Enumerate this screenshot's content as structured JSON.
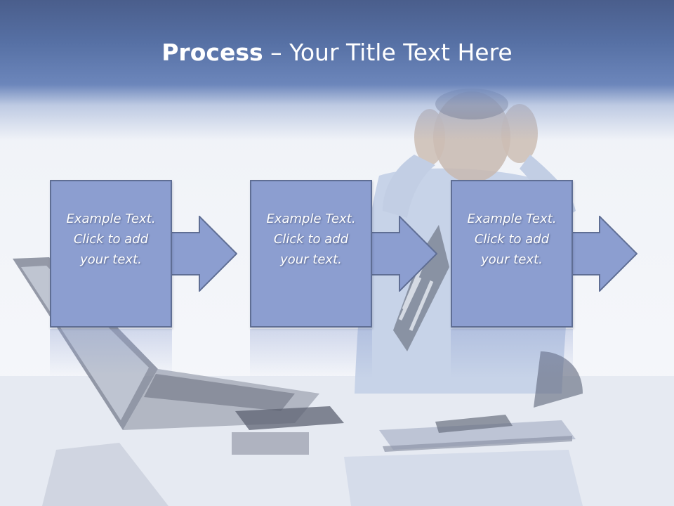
{
  "slide": {
    "title_bold": "Process",
    "title_rest": " – Your Title Text Here"
  },
  "steps": [
    {
      "lines": [
        "Example Text.",
        "Click  to add",
        "your text."
      ]
    },
    {
      "lines": [
        "Example Text.",
        "Click  to add",
        "your text."
      ]
    },
    {
      "lines": [
        "Example Text.",
        "Click  to add",
        "your text."
      ]
    }
  ],
  "colors": {
    "header": "#5670a4",
    "box_fill": "#8c9ed0",
    "box_border": "#5f6e94"
  }
}
